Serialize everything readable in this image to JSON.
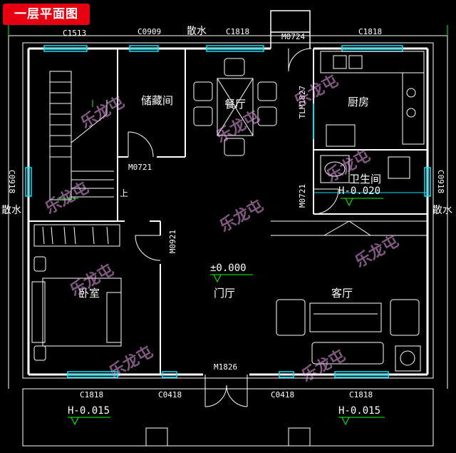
{
  "title": "一层平面图",
  "rooms": {
    "storage": "储藏间",
    "dining": "餐厅",
    "kitchen": "厨房",
    "bathroom": "卫生间",
    "bedroom": "卧室",
    "foyer": "门厅",
    "living": "客厅"
  },
  "levels": {
    "bath": "H-0.020",
    "foyer": "±0.000",
    "porch_left": "H-0.015",
    "porch_right": "H-0.015"
  },
  "labels": {
    "c1513": "C1513",
    "c0909": "C0909",
    "sanshui_top": "散水",
    "c1818_top1": "C1818",
    "m0724": "M0724",
    "c1818_top2": "C1818",
    "m0721_storage": "M0721",
    "tlm1827": "TLM1827",
    "m0721_bath": "M0721",
    "m0921": "M0921",
    "c0918_left": "C0918",
    "c0918_right": "C0918",
    "sanshui_left": "散水",
    "sanshui_right": "散水",
    "m1826": "M1826",
    "c1818_bot1": "C1818",
    "c0418_1": "C0418",
    "c0418_2": "C0418",
    "c1818_bot2": "C1818",
    "stair_up": "上"
  },
  "watermark": "乐龙屯",
  "colors": {
    "wall": "#ffffff",
    "furniture": "#ffffff",
    "window": "#00e5ff",
    "door": "#ffffff",
    "stair": "#ffffff",
    "title_bg": "#e60012",
    "level_mark": "#00ff00"
  }
}
